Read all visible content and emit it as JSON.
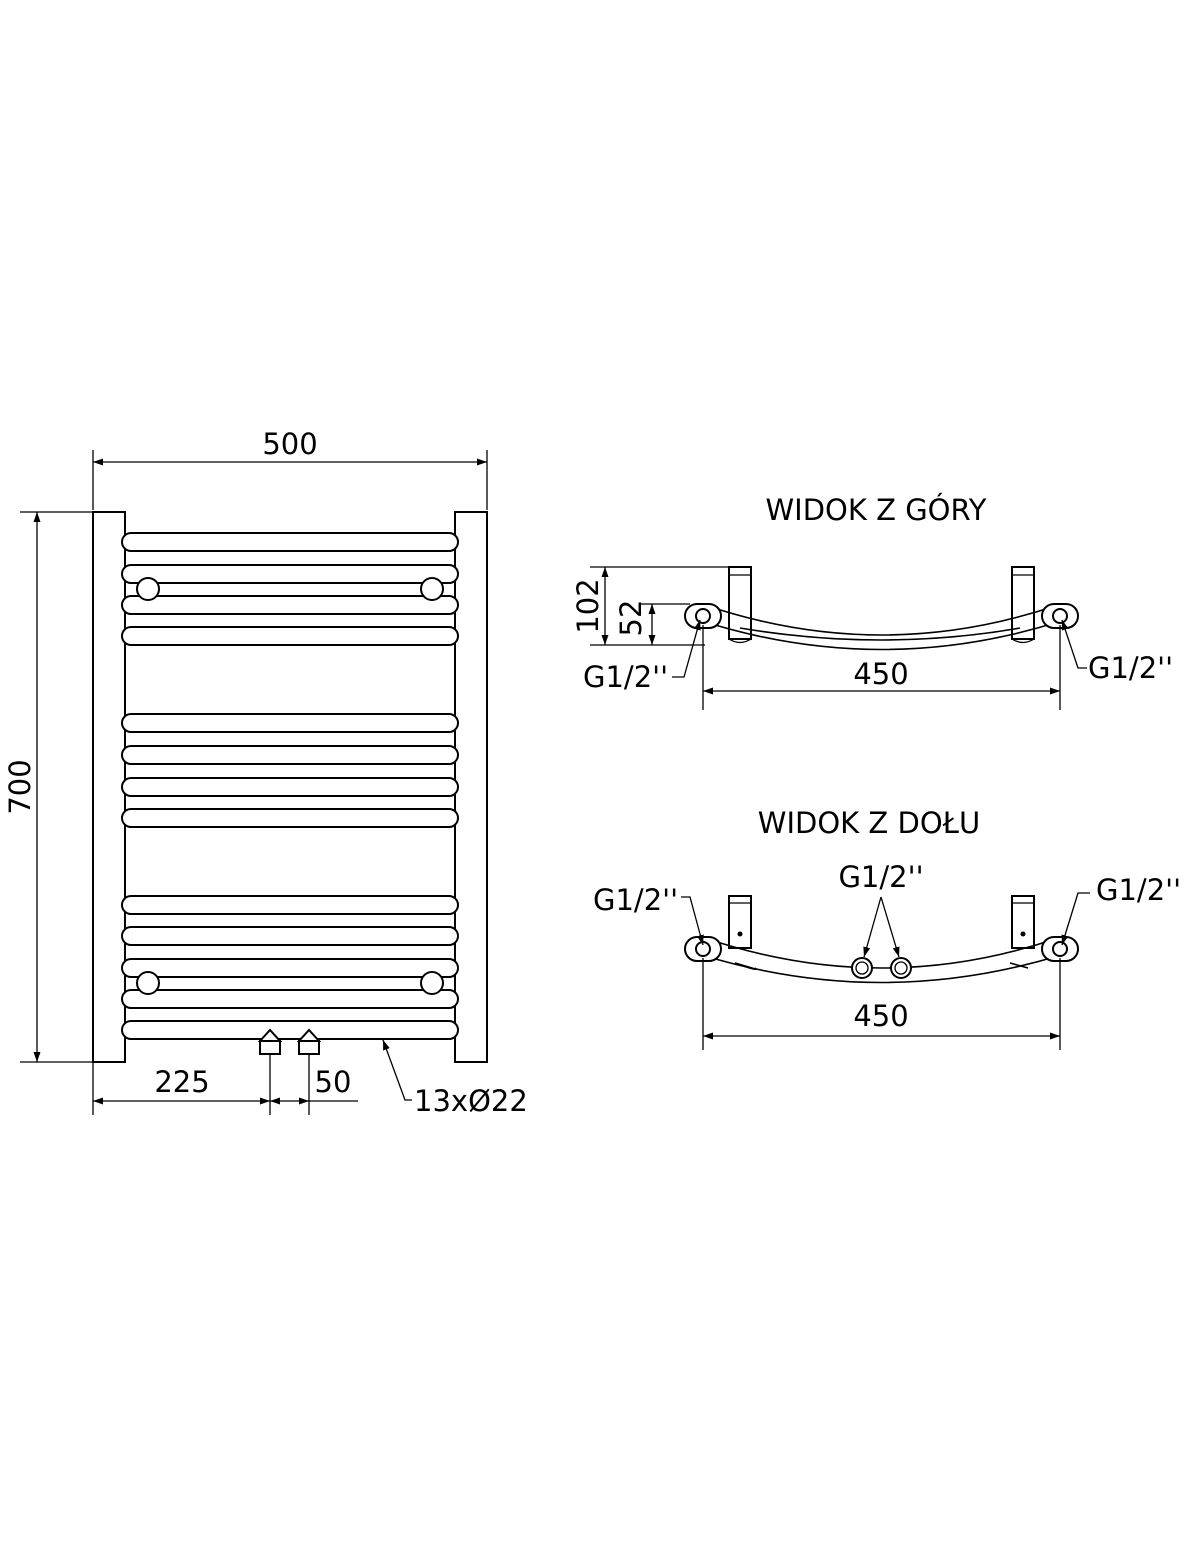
{
  "front_view": {
    "width_label": "500",
    "height_label": "700",
    "offset_label": "225",
    "spacing_label": "50",
    "tubes_label": "13xØ22"
  },
  "top_view": {
    "title": "WIDOK Z GÓRY",
    "depth_total_label": "102",
    "depth_offset_label": "52",
    "span_label": "450",
    "left_connection": "G1/2''",
    "right_connection": "G1/2''"
  },
  "bottom_view": {
    "title": "WIDOK Z DOŁU",
    "span_label": "450",
    "left_connection": "G1/2''",
    "center_connection": "G1/2''",
    "right_connection": "G1/2''"
  }
}
